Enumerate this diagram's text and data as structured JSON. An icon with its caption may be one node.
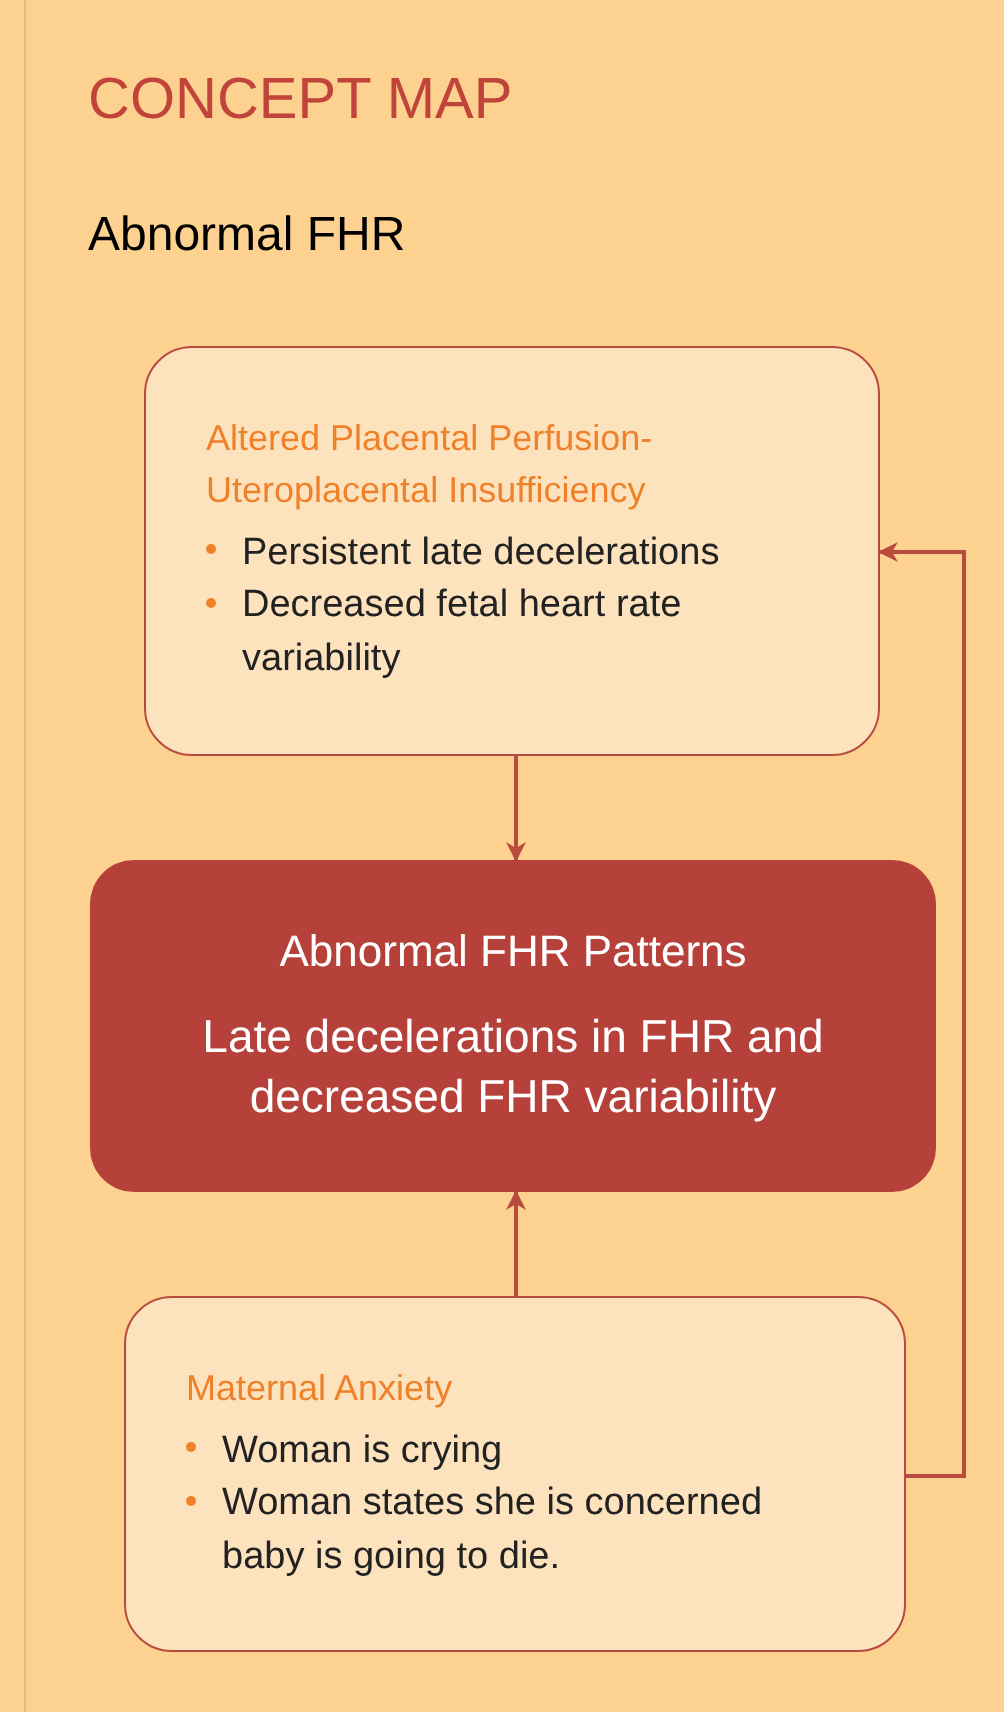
{
  "diagram": {
    "title": "CONCEPT MAP",
    "nodes": [
      {
        "text": [
          "Altered Placental Perfusion-Uteroplacental Insufficiency",
          "Persistent late decelerations",
          "Decreased fetal heart rate variability"
        ]
      },
      {
        "text": [
          "Abnormal FHR Patterns",
          "Late decelerations in FHR and decreased FHR variability"
        ]
      },
      {
        "text": [
          "Maternal Anxiety",
          "Woman is crying",
          "Woman states she is concerned baby is going to die."
        ]
      }
    ],
    "edges": [
      {
        "from": 0,
        "to": 1,
        "arrow": "to"
      },
      {
        "from": 2,
        "to": 1,
        "arrow": "to"
      },
      {
        "from": 2,
        "to": 0,
        "arrow": "to"
      }
    ],
    "labels": [
      "Abnormal FHR"
    ]
  }
}
